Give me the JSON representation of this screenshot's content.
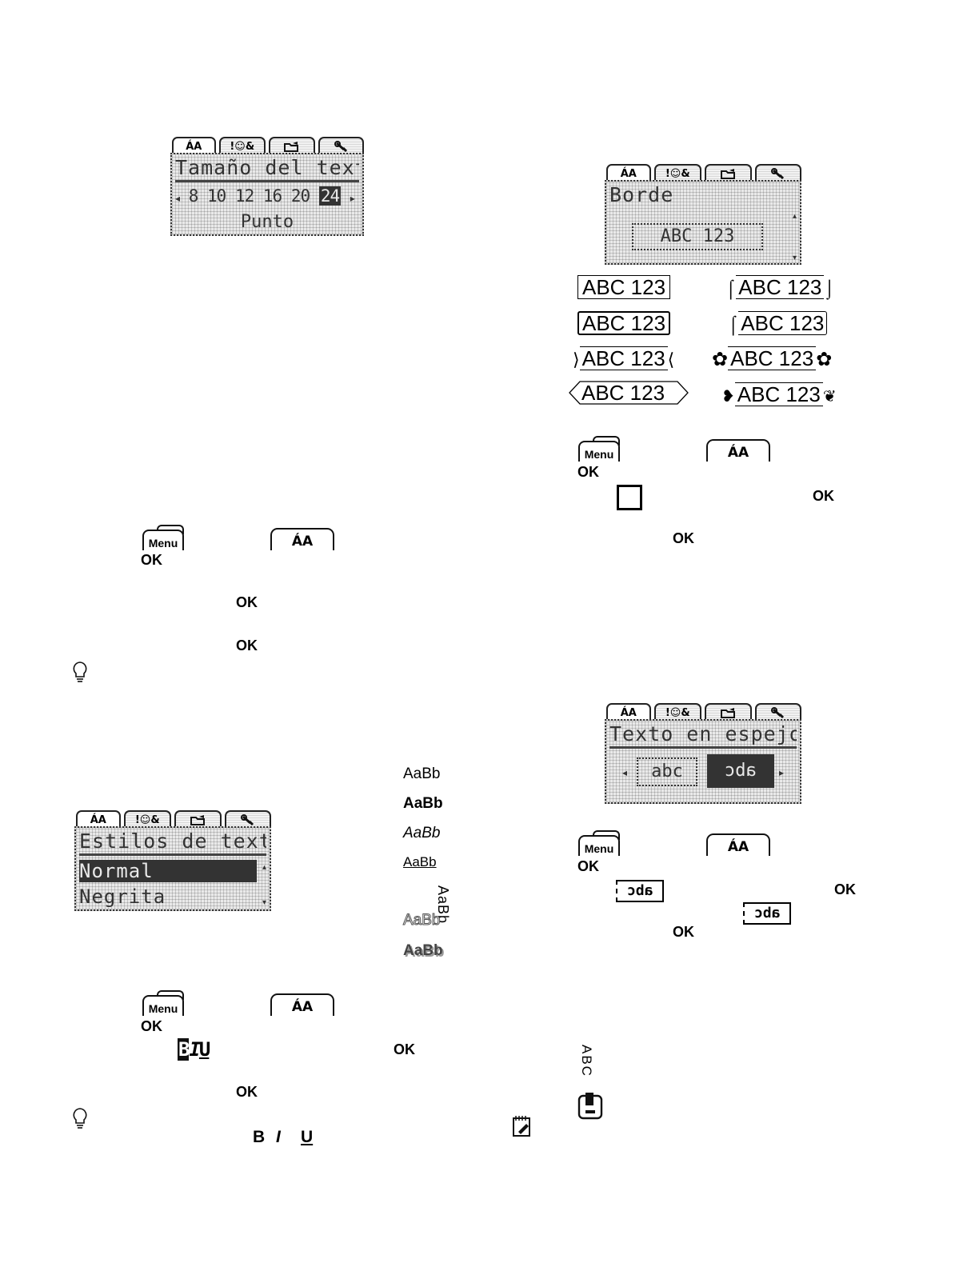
{
  "lcd_tabs": [
    "ÁA",
    "!☺&",
    "",
    ""
  ],
  "screen_size": {
    "title": "Tamaño del texto",
    "values": [
      "8",
      "10",
      "12",
      "16",
      "20",
      "24"
    ],
    "unit": "Punto"
  },
  "screen_border": {
    "title": "Borde",
    "preview": "ABC 123"
  },
  "border_samples": [
    "ABC 123",
    "ABC 123",
    "ABC 123",
    "ABC 123",
    "ABC 123",
    "ABC 123",
    "ABC 123",
    "ABC 123"
  ],
  "screen_styles": {
    "title": "Estilos de texto",
    "selected": "Normal",
    "next": "Negrita"
  },
  "style_samples": [
    "AaBb",
    "AaBb",
    "AaBb",
    "AaBb",
    "AaBb",
    "AaBb",
    "AaBb"
  ],
  "screen_mirror": {
    "title": "Texto en espejo",
    "option_normal": "abc",
    "option_mirror": "abc"
  },
  "keys": {
    "menu": "Menu",
    "ok": "OK"
  },
  "format_letters": {
    "bold": "B",
    "italic": "I",
    "underline": "U"
  },
  "vertical_sample": "ABC",
  "mirror_icon_text": "abc"
}
